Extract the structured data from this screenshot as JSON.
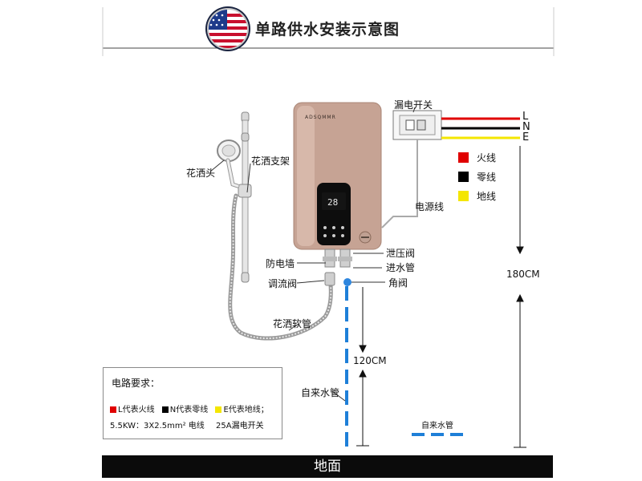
{
  "header": {
    "title": "单路供水安装示意图"
  },
  "heater": {
    "brand": "ADSQMMR",
    "display_value": "28"
  },
  "labels": {
    "shower_head": "花洒头",
    "shower_bracket": "花洒支架",
    "leakage_switch": "漏电开关",
    "power_line": "电源线",
    "anti_shock_wall": "防电墙",
    "pressure_valve": "泄压阀",
    "inlet_pipe": "进水管",
    "flow_valve": "调流阀",
    "angle_valve": "角阀",
    "shower_hose": "花洒软管",
    "tap_water_pipe": "自来水管",
    "tap_water_pipe_2": "自来水管",
    "height_heater": "180CM",
    "height_valve": "120CM",
    "ground": "地面"
  },
  "wires": {
    "L": "L",
    "N": "N",
    "E": "E"
  },
  "legend": [
    {
      "label": "火线",
      "color": "#e00000"
    },
    {
      "label": "零线",
      "color": "#000000"
    },
    {
      "label": "地线",
      "color": "#f4e600"
    }
  ],
  "requirements": {
    "title": "电路要求：",
    "items": [
      {
        "label": "L代表火线",
        "color": "#e00000"
      },
      {
        "label": "N代表零线",
        "color": "#000000"
      },
      {
        "label": "E代表地线；",
        "color": "#f4e600"
      }
    ],
    "spec_1": "5.5KW：3X2.5mm² 电线",
    "spec_2": "25A漏电开关"
  },
  "colors": {
    "heater_body": "#c9a596",
    "panel": "#0d0d0d",
    "pipe_blue": "#1e7fd8",
    "wire_red": "#e00000",
    "wire_black": "#000000",
    "wire_yellow": "#f4e600"
  }
}
